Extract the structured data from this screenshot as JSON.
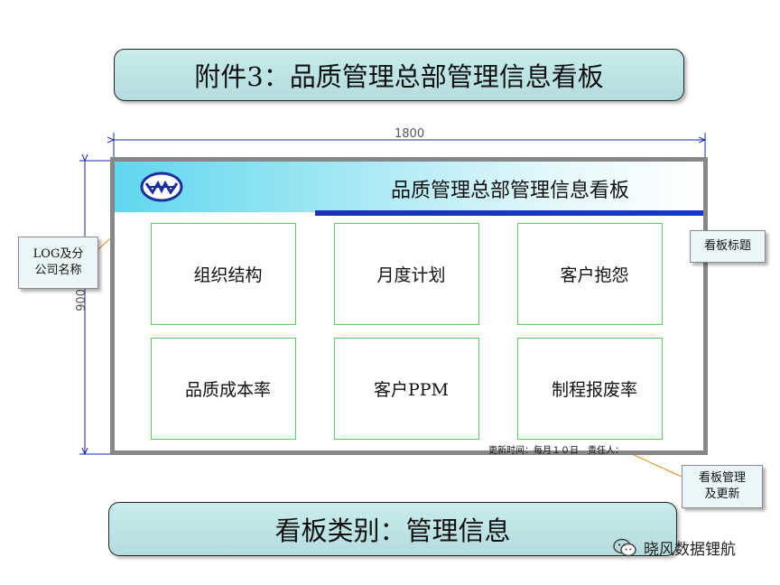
{
  "title": "附件3：品质管理总部管理信息看板",
  "dimensions": {
    "width": "1800",
    "height": "900"
  },
  "board": {
    "header_title": "品质管理总部管理信息看板",
    "tiles": [
      "组织结构",
      "月度计划",
      "客户抱怨",
      "品质成本率",
      "客户PPM",
      "制程报废率"
    ],
    "footer": "更新时间：每月１０日　责任人："
  },
  "callouts": {
    "logo": "LOG及分公司名称",
    "title": "看板标题",
    "manage": "看板管理及更新"
  },
  "category": "看板类别：管理信息",
  "watermark": "晓风数据锂航",
  "colors": {
    "pill_fill": "#bfe4e5",
    "header_cyan": "#5fd7ee",
    "header_stripe": "#1a33b5",
    "tile_border": "#5ccd5c",
    "board_frame": "#878787",
    "dimension_line": "#1a2aa8"
  }
}
